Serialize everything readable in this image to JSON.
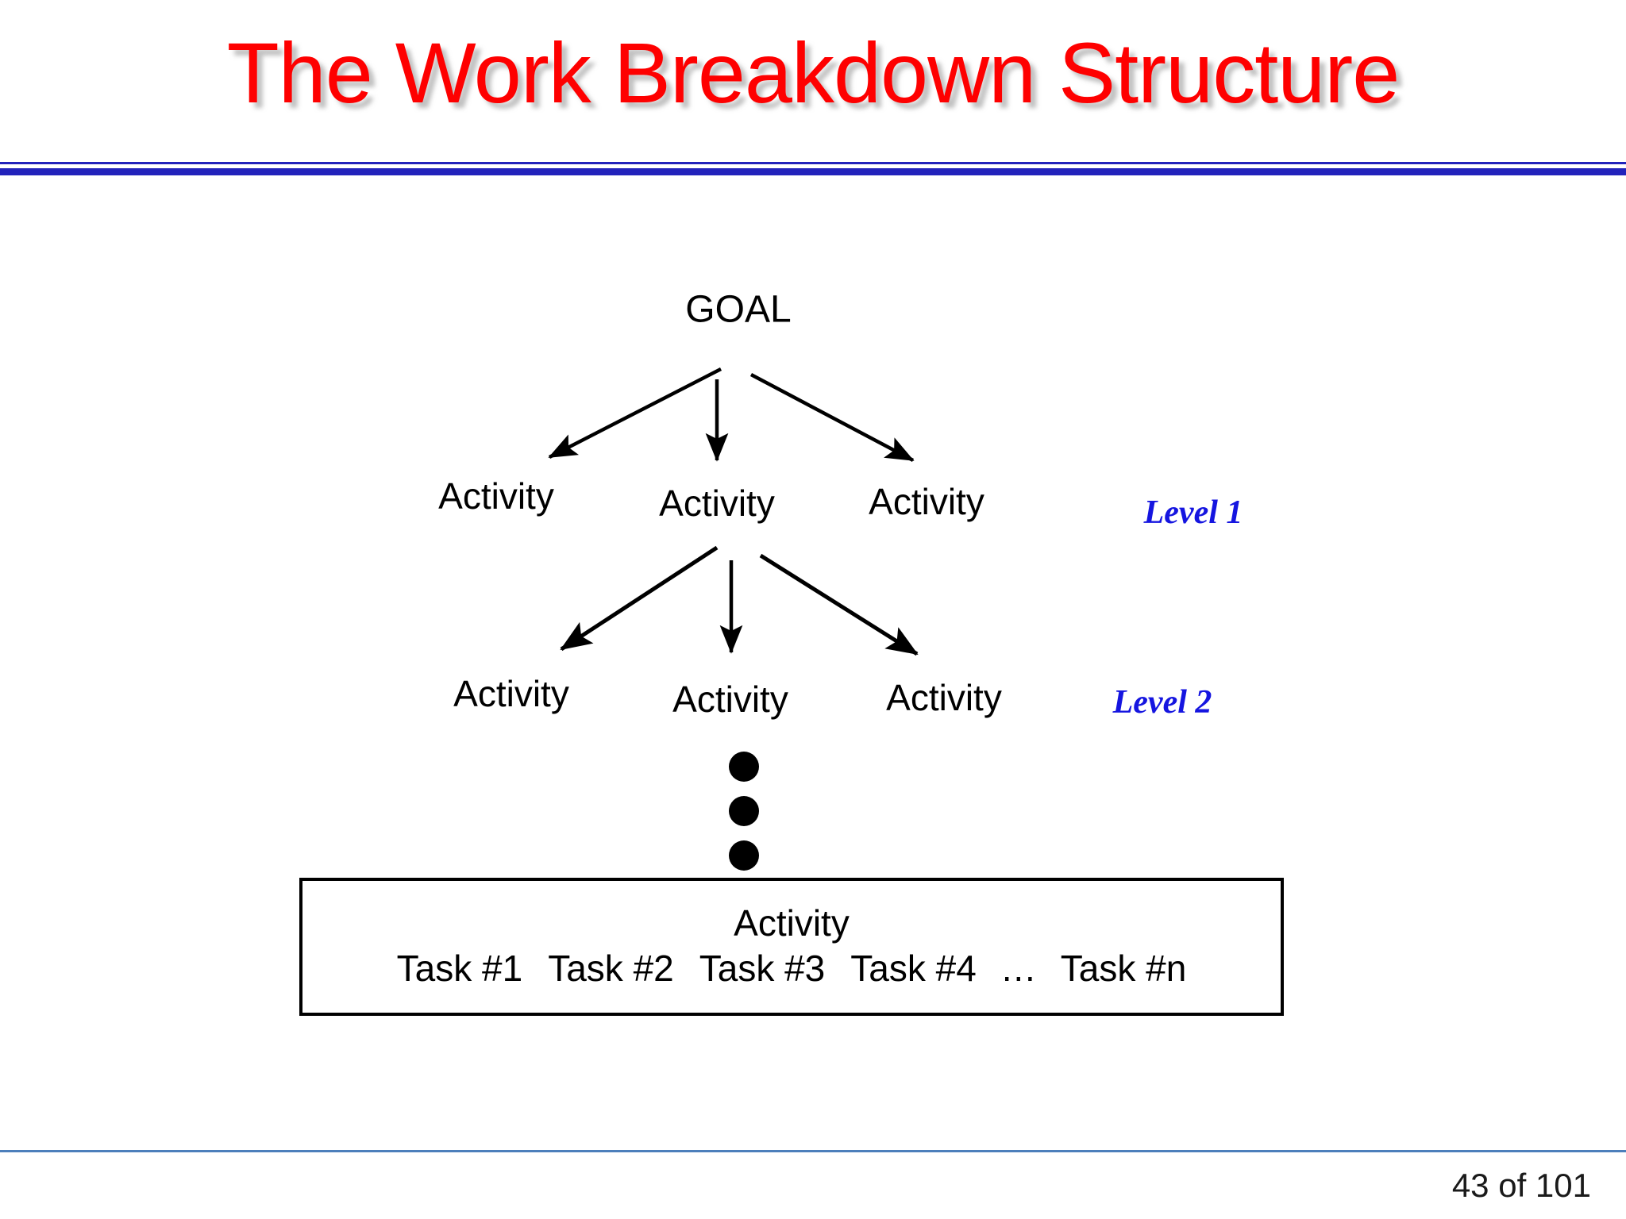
{
  "slide": {
    "title": "The Work Breakdown Structure",
    "title_color": "#fe0000",
    "header_rule_color": "#2222bb",
    "footer_rule_color": "#4d7fbb",
    "background": "#ffffff"
  },
  "diagram": {
    "root": {
      "label": "GOAL"
    },
    "level1": {
      "label": "Level 1",
      "label_color": "#1515e0",
      "nodes": [
        {
          "label": "Activity"
        },
        {
          "label": "Activity"
        },
        {
          "label": "Activity"
        }
      ]
    },
    "level2": {
      "label": "Level 2",
      "label_color": "#1515e0",
      "nodes": [
        {
          "label": "Activity"
        },
        {
          "label": "Activity"
        },
        {
          "label": "Activity"
        }
      ]
    },
    "ellipsis_dots": 3,
    "leaf_box": {
      "title": "Activity",
      "tasks": [
        "Task #1",
        "Task #2",
        "Task #3",
        "Task #4",
        "…",
        "Task #n"
      ]
    }
  },
  "footer": {
    "page_label": "43 of 101"
  }
}
